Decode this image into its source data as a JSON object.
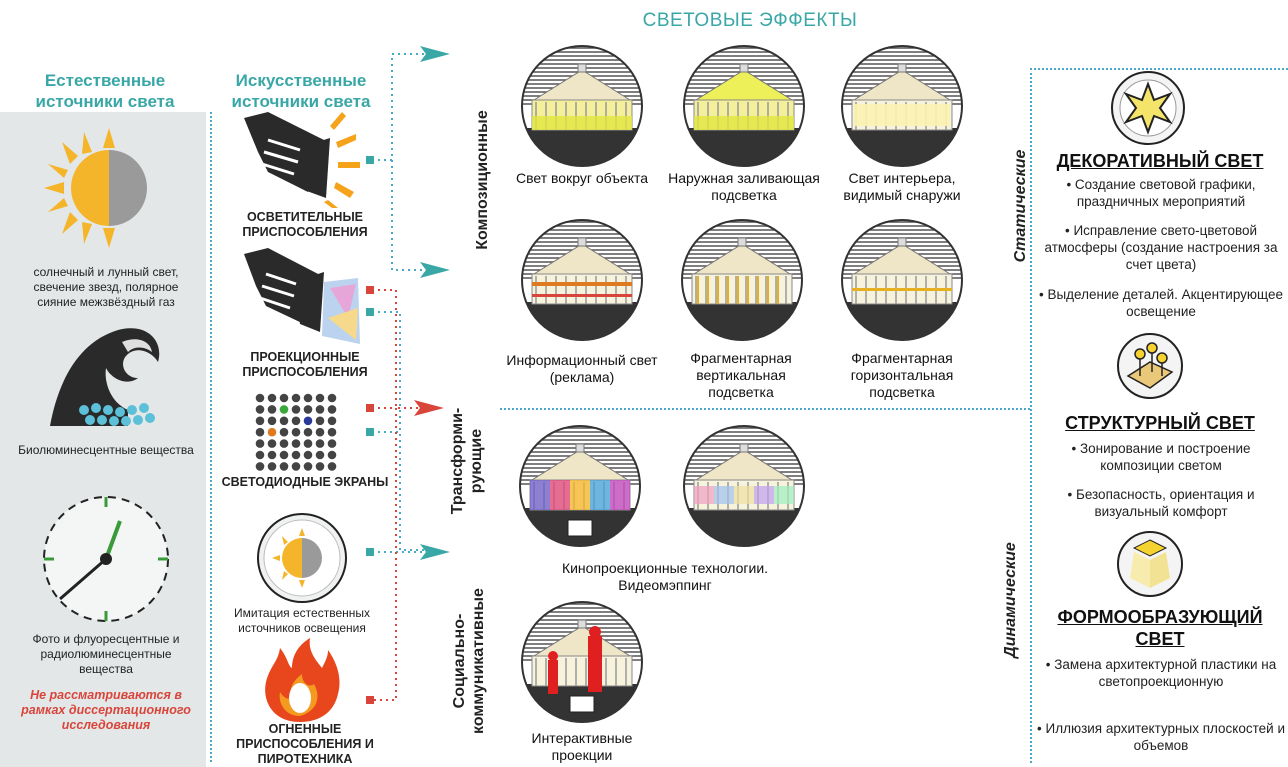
{
  "title": "СВЕТОВЫЕ ЭФФЕКТЫ",
  "natural": {
    "header": "Естественные источники света",
    "sun_caption": "солнечный и лунный свет, свечение звезд, полярное сияние межзвёздный газ",
    "wave_caption": "Биолюминесцентные вещества",
    "clock_caption": "Фото и флуоресцентные и радиолюминесцентные вещества",
    "note": "Не рассматриваются в рамках диссертационного исследования"
  },
  "artificial": {
    "header": "Искусственные источники света",
    "items": [
      {
        "label": "ОСВЕТИТЕЛЬНЫЕ ПРИСПОСОБЛЕНИЯ",
        "icon": "spotlight-icon"
      },
      {
        "label": "ПРОЕКЦИОННЫЕ ПРИСПОСОБЛЕНИЯ",
        "icon": "projector-icon"
      },
      {
        "label": "СВЕТОДИОДНЫЕ ЭКРАНЫ",
        "icon": "led-matrix-icon"
      },
      {
        "label": "Имитация естественных источников освещения",
        "icon": "sun-imitation-icon"
      },
      {
        "label": "ОГНЕННЫЕ ПРИСПОСОБЛЕНИЯ И ПИРОТЕХНИКА",
        "icon": "flame-icon"
      }
    ]
  },
  "categories": {
    "compositional": "Композиционные",
    "transforming": "Трансформи-рующие",
    "social": "Социально-коммуникативные",
    "static": "Статические",
    "dynamic": "Динамические"
  },
  "effects": [
    {
      "caption": "Свет вокруг объекта"
    },
    {
      "caption": "Наружная заливающая подсветка"
    },
    {
      "caption": "Свет интерьера, видимый снаружи"
    },
    {
      "caption": "Информационный свет (реклама)"
    },
    {
      "caption": "Фрагментарная вертикальная подсветка"
    },
    {
      "caption": "Фрагментарная горизонтальная подсветка"
    },
    {
      "caption": "Кинопроекционные технологии. Видеомэппинг"
    },
    {
      "caption": "Интерактивные проекции"
    }
  ],
  "light_types": [
    {
      "title": "ДЕКОРАТИВНЫЙ СВЕТ",
      "bullets": [
        "Создание световой графики, праздничных мероприятий",
        "Исправление свето-цветовой атмосферы (создание настроения за счет цвета)",
        "Выделение деталей. Акцентирующее освещение"
      ]
    },
    {
      "title": "СТРУКТУРНЫЙ СВЕТ",
      "bullets": [
        "Зонирование и построение композиции светом",
        "Безопасность, ориентация и визуальный комфорт"
      ]
    },
    {
      "title": "ФОРМООБРАЗУЮЩИЙ СВЕТ",
      "bullets": [
        "Замена архитектурной пластики на светопроекционную",
        "Иллюзия архитектурных плоскостей и объемов"
      ]
    }
  ],
  "colors": {
    "teal": "#3aa7a7",
    "dots": "#4aa9c9",
    "red": "#d9453a",
    "yellow": "#f5b52a",
    "panel": "#e3e7e8"
  }
}
